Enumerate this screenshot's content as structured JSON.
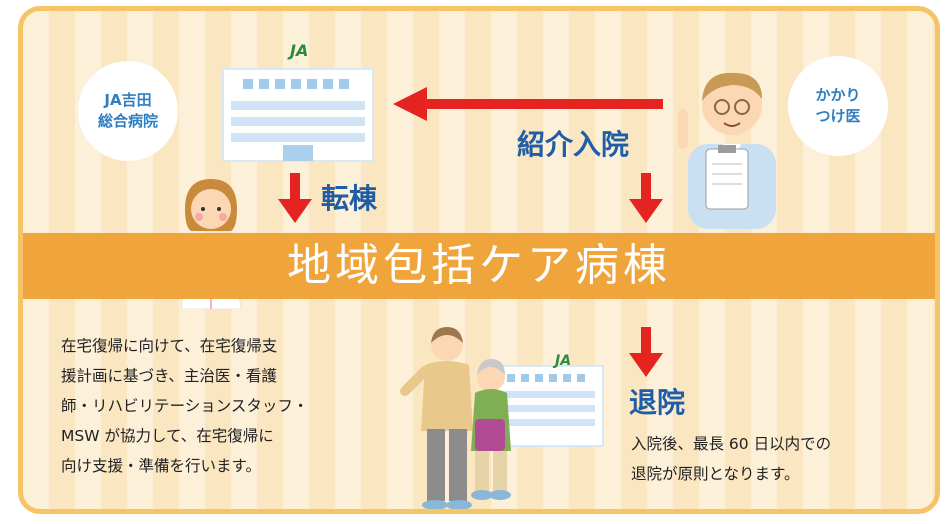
{
  "nodes": {
    "ja_hospital": {
      "line1": "JA吉田",
      "line2": "総合病院"
    },
    "gp": {
      "line1": "かかり",
      "line2": "つけ医"
    }
  },
  "logo": "JA",
  "arrows": {
    "admission": "紹介入院",
    "transfer": "転棟",
    "discharge": "退院"
  },
  "ward_title": "地域包括ケア病棟",
  "left_text": [
    "在宅復帰に向けて、在宅復帰支",
    "援計画に基づき、主治医・看護",
    "師・リハビリテーションスタッフ・",
    "MSW が協力して、在宅復帰に",
    "向け支援・準備を行います。"
  ],
  "discharge_text": [
    "入院後、最長 60 日以内での",
    "退院が原則となります。"
  ],
  "colors": {
    "accent_orange": "#f0a53c",
    "arrow_red": "#e52421",
    "text_blue": "#1f5ea6",
    "border": "#f5c466"
  }
}
